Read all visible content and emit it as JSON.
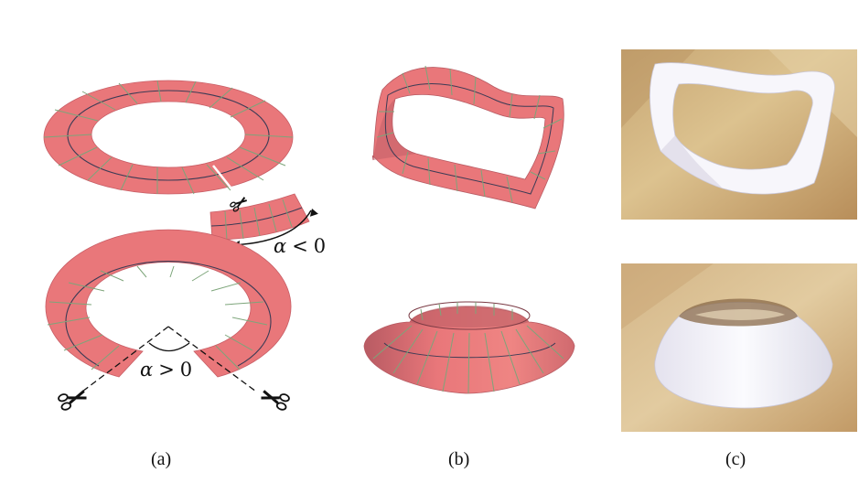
{
  "captions": {
    "a": "(a)",
    "b": "(b)",
    "c": "(c)"
  },
  "labels": {
    "alpha_neg": {
      "symbol": "α",
      "relation": "<",
      "value": "0"
    },
    "alpha_pos": {
      "symbol": "α",
      "relation": ">",
      "value": "0"
    }
  },
  "colors": {
    "strip_fill": "#e9777a",
    "strip_shade": "#b85b63",
    "grid_radial": "#7da57a",
    "grid_mid": "#3b3b55",
    "paper": "#f7f6fb",
    "wood": "#c9a978"
  },
  "icons": [
    "scissors-icon",
    "scissors-icon",
    "scissors-icon"
  ]
}
